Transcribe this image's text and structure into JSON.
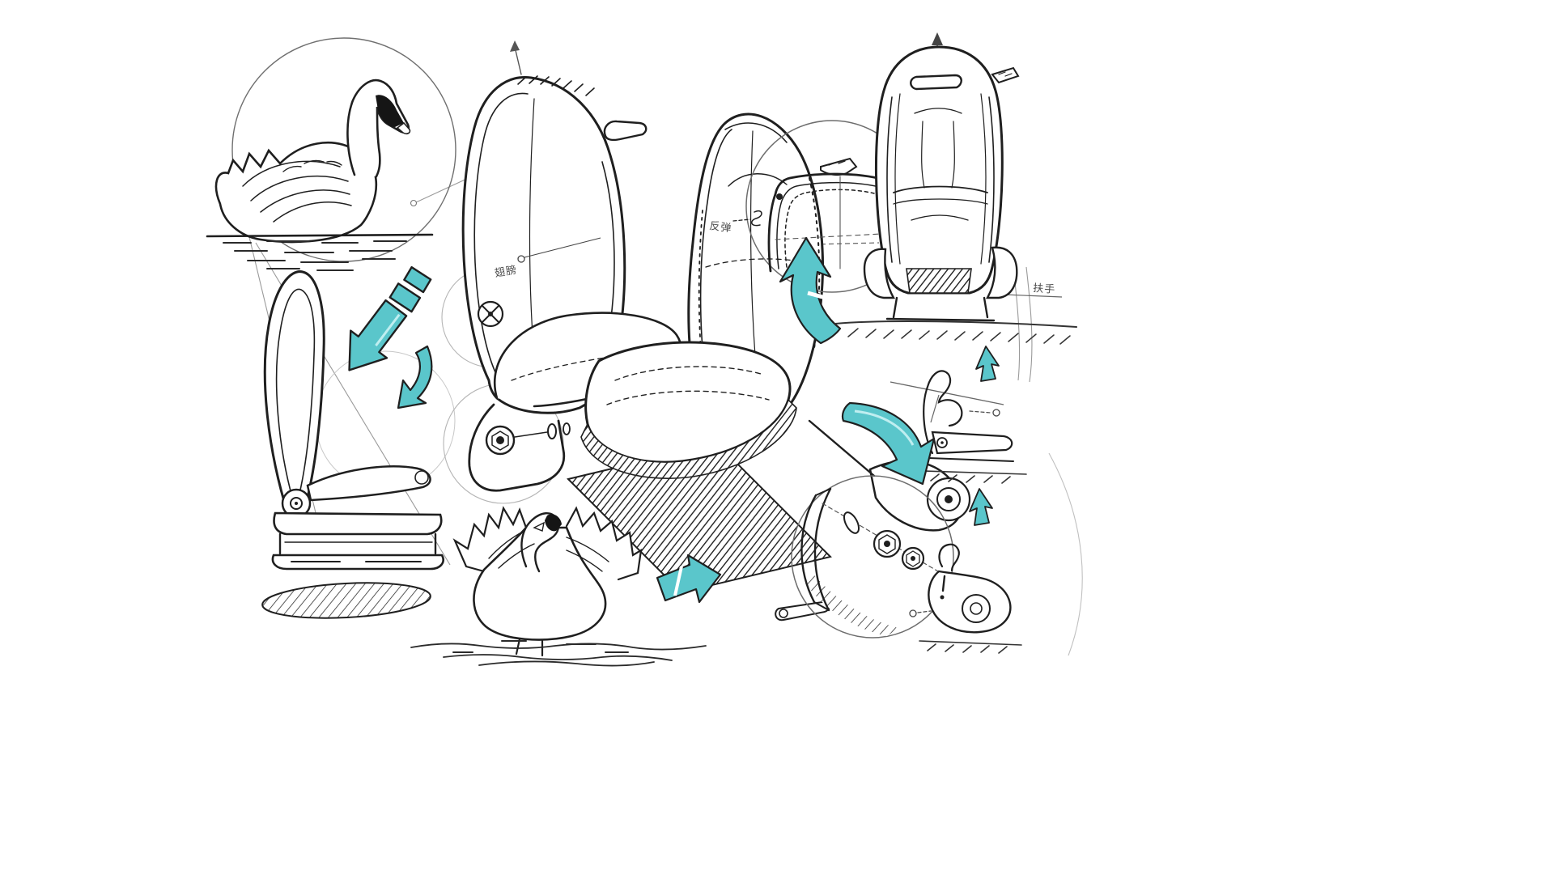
{
  "scene": {
    "title": "swan-inspired-car-seat-concept-sketch",
    "background": "#ffffff"
  },
  "palette": {
    "ink": "#1f1f1f",
    "construction_gray": "#8f8f8f",
    "accent_teal": "#5ac6cb",
    "accent_teal_deep": "#2e9fae",
    "paper": "#ffffff"
  },
  "annotations": {
    "wing_note": "翅膀",
    "rebound_note": "反弹",
    "armrest_note": "扶手"
  },
  "figures": [
    {
      "name": "swan-floating-reference"
    },
    {
      "name": "seat-side-view"
    },
    {
      "name": "seat-quarter-back-view"
    },
    {
      "name": "seat-quarter-front-view"
    },
    {
      "name": "seat-front-view"
    },
    {
      "name": "detail-circle-backrest-corner"
    },
    {
      "name": "detail-circle-recliner-mechanism"
    },
    {
      "name": "mini-seat-profile-upper"
    },
    {
      "name": "mini-seat-profile-lower"
    },
    {
      "name": "swan-standing-reference"
    },
    {
      "name": "teal-direction-arrows"
    }
  ]
}
